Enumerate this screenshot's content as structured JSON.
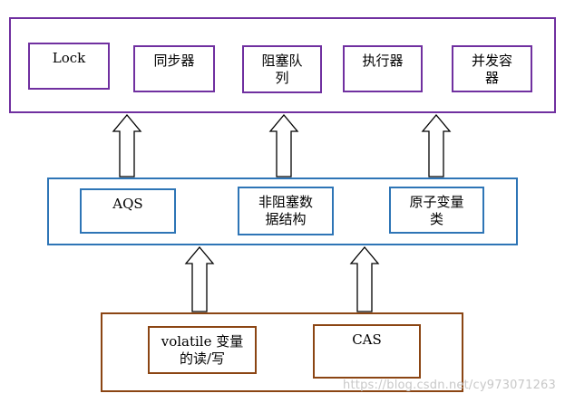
{
  "colors": {
    "top_layer_border": "#7030a0",
    "mid_layer_border": "#2e75b6",
    "bottom_layer_border": "#8b4513",
    "arrow_stroke": "#000000",
    "arrow_fill": "#ffffff"
  },
  "top_layer": {
    "items": [
      {
        "label": "Lock"
      },
      {
        "label": "同步器"
      },
      {
        "label": "阻塞队\n列"
      },
      {
        "label": "执行器"
      },
      {
        "label": "并发容\n器"
      }
    ]
  },
  "mid_layer": {
    "items": [
      {
        "label": "AQS"
      },
      {
        "label": "非阻塞数\n据结构"
      },
      {
        "label": "原子变量\n类"
      }
    ]
  },
  "bottom_layer": {
    "items": [
      {
        "label": "volatile 变量\n的读/写"
      },
      {
        "label": "CAS"
      }
    ]
  },
  "watermark": "https://blog.csdn.net/cy973071263"
}
